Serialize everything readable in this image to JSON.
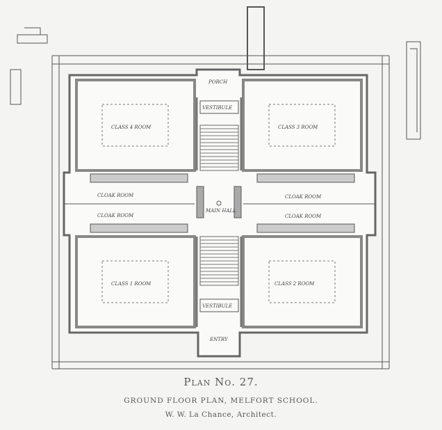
{
  "caption": {
    "plan_number": "Plan No. 27.",
    "title": "GROUND FLOOR PLAN, MELFORT SCHOOL.",
    "architect": "W. W. La Chance, Architect."
  },
  "rooms": {
    "class_top_left": "CLASS 4 ROOM",
    "class_top_right": "CLASS 3 ROOM",
    "class_bottom_left": "CLASS 1 ROOM",
    "class_bottom_right": "CLASS 2 ROOM",
    "porch": "PORCH",
    "vestibule_top": "VESTIBULE",
    "vestibule_bottom": "VESTIBULE",
    "main_hall": "MAIN HALL",
    "entry": "ENTRY",
    "cloak_1": "CLOAK ROOM",
    "cloak_2": "CLOAK ROOM",
    "cloak_3": "CLOAK ROOM",
    "cloak_4": "CLOAK ROOM"
  },
  "colors": {
    "ink": "#555555",
    "wall": "#9a9a9a",
    "paper": "#f4f4f2"
  }
}
